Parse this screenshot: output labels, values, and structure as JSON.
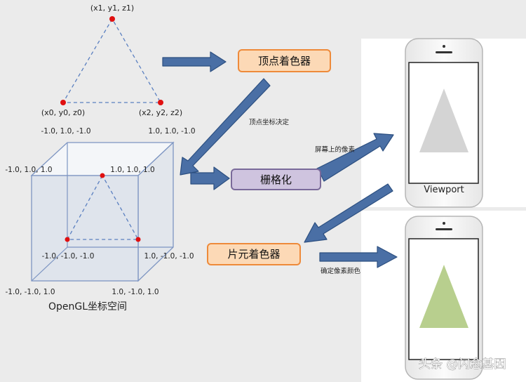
{
  "colors": {
    "background": "#ebebeb",
    "arrow": "#4a6fa5",
    "arrow_border": "#2c4f80",
    "vertex_dot": "#e01010",
    "orange_box_fill": "#fcd9b6",
    "orange_box_border": "#ee8a3a",
    "purple_box_fill": "#cfc4df",
    "purple_box_border": "#7a6a9a",
    "gray_triangle": "#d4d4d4",
    "green_triangle": "#b8cf8e"
  },
  "triangle": {
    "top_label": "(x1, y1, z1)",
    "left_label": "(x0, y0, z0)",
    "right_label": "(x2, y2, z2)"
  },
  "cube": {
    "back_top_left": "-1.0, 1.0, -1.0",
    "back_top_right": "1.0, 1.0, -1.0",
    "front_top_left": "-1.0, 1.0, 1.0",
    "front_top_right": "1.0, 1.0, 1.0",
    "back_bottom_left": "-1.0, -1.0, -1.0",
    "back_bottom_right": "1.0, -1.0, -1.0",
    "front_bottom_left": "-1.0, -1.0, 1.0",
    "front_bottom_right": "1.0, -1.0, 1.0",
    "caption": "OpenGL坐标空间"
  },
  "stages": {
    "vertex_shader": "顶点着色器",
    "rasterization": "栅格化",
    "fragment_shader": "片元着色器"
  },
  "arrow_labels": {
    "vertex_coords": "顶点坐标决定",
    "screen_pixels": "屏幕上的像素",
    "pixel_color": "确定像素颜色"
  },
  "phone_top": {
    "label": "Viewport"
  },
  "watermark": "头条 @闪念基因"
}
